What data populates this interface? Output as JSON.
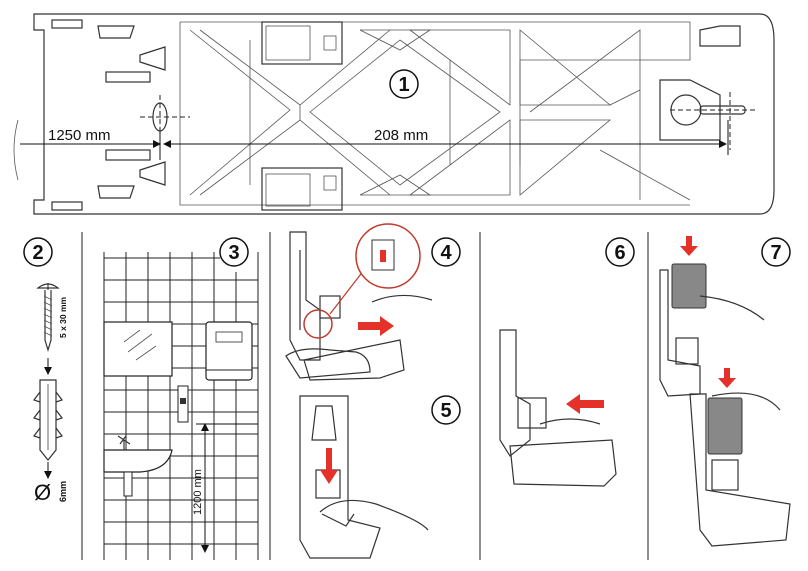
{
  "steps": [
    "1",
    "2",
    "3",
    "4",
    "5",
    "6",
    "7"
  ],
  "template": {
    "dim_left": "1250 mm",
    "dim_right": "208 mm"
  },
  "step2": {
    "screw_label": "5 x 30 mm",
    "drill_label": "6mm",
    "diameter_symbol": "Ø"
  },
  "step3": {
    "height_label": "1200 mm"
  },
  "colors": {
    "arrow_red": "#e4322b",
    "line": "#333333"
  }
}
